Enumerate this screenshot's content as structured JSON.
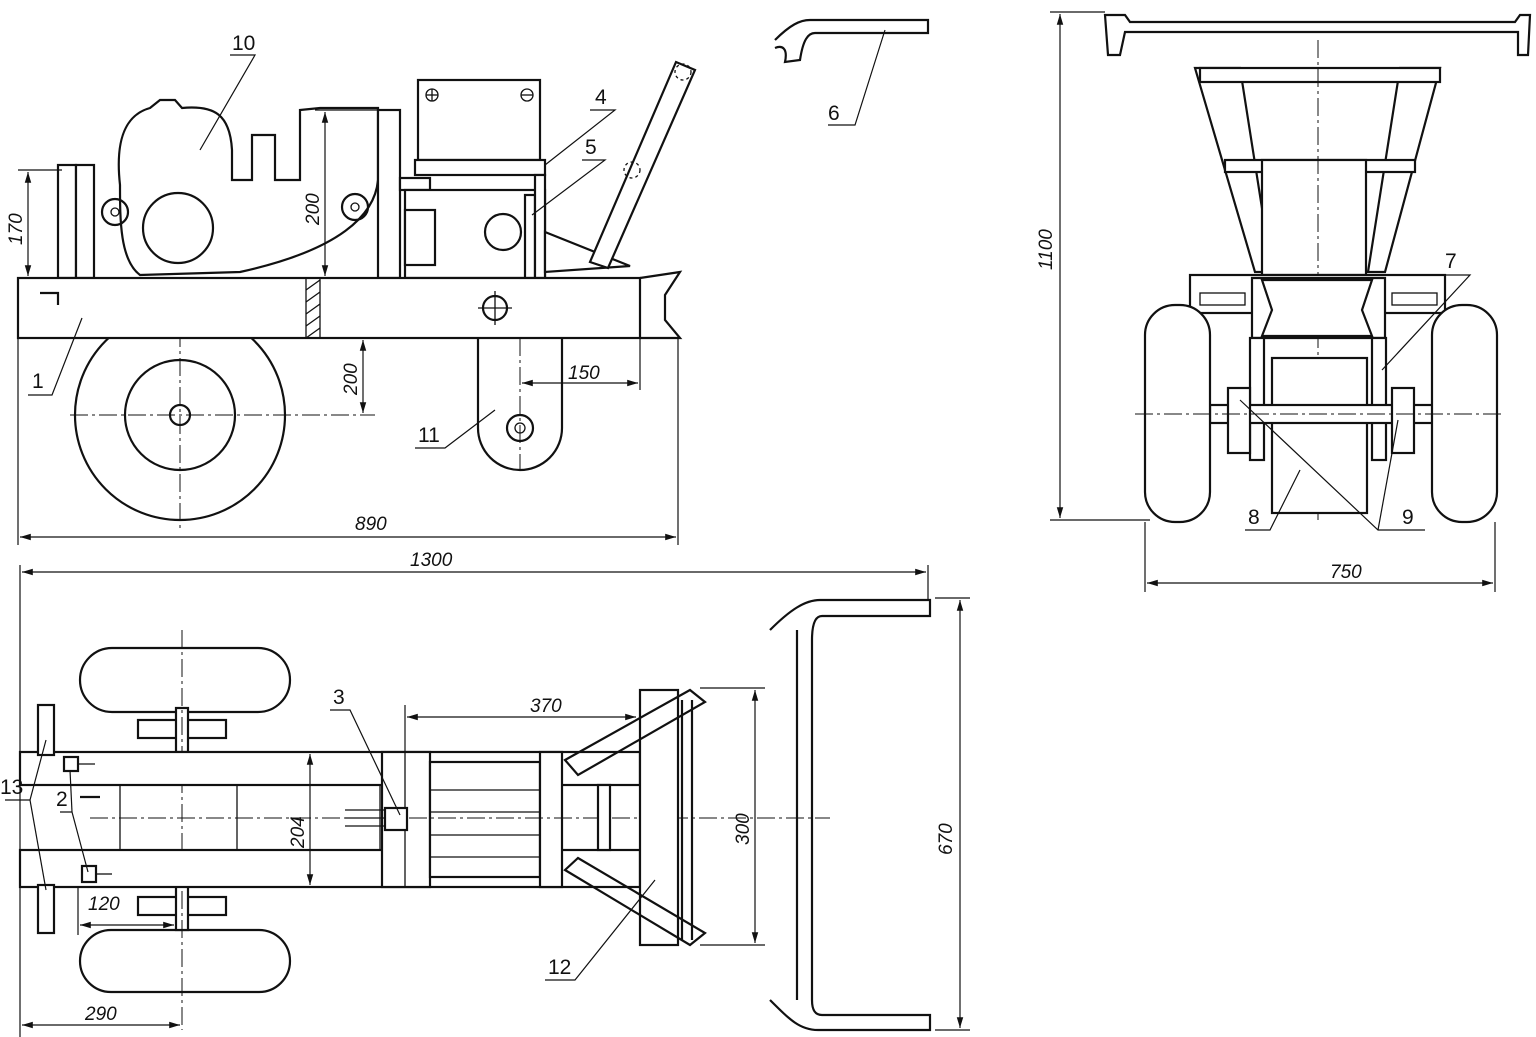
{
  "drawing": {
    "callouts": {
      "c1": "1",
      "c2": "2",
      "c3": "3",
      "c4": "4",
      "c5": "5",
      "c6": "6",
      "c7": "7",
      "c8": "8",
      "c9": "9",
      "c10": "10",
      "c11": "11",
      "c12": "12",
      "c13": "13"
    },
    "dimensions": {
      "d170": "170",
      "d200_top": "200",
      "d200_axle": "200",
      "d150": "150",
      "d890": "890",
      "d1300": "1300",
      "d1100": "1100",
      "d750": "750",
      "d370": "370",
      "d204": "204",
      "d300": "300",
      "d670": "670",
      "d120": "120",
      "d290": "290"
    },
    "colors": {
      "ink": "#111111",
      "paper": "#ffffff"
    }
  }
}
